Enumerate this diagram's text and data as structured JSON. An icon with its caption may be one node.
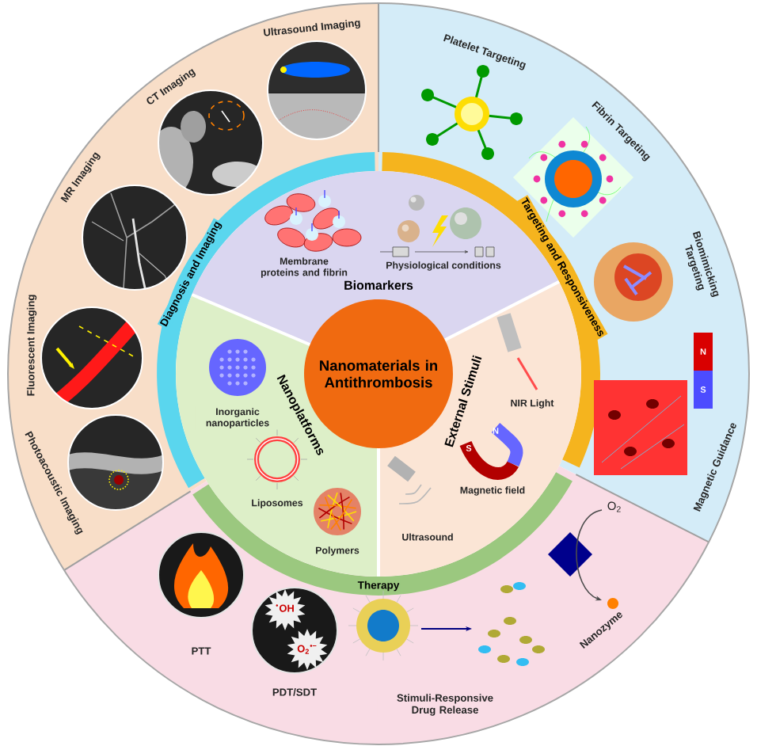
{
  "diagram": {
    "nodes": [
      {
        "text": [
          "Nanomaterials in Antithrombosis"
        ]
      },
      {
        "text": [
          "Biomarkers"
        ]
      },
      {
        "text": [
          "Membrane proteins and fibrin"
        ],
        "in": 1
      },
      {
        "text": [
          "Physiological conditions"
        ],
        "in": 1
      },
      {
        "text": [
          "Nanoplatforms"
        ]
      },
      {
        "text": [
          "Inorganic nanoparticles"
        ],
        "in": 4
      },
      {
        "text": [
          "Liposomes"
        ],
        "in": 4
      },
      {
        "text": [
          "Polymers"
        ],
        "in": 4
      },
      {
        "text": [
          "External Stimuli"
        ]
      },
      {
        "text": [
          "NIR Light"
        ],
        "in": 8
      },
      {
        "text": [
          "Magnetic field"
        ],
        "in": 8
      },
      {
        "text": [
          "Ultrasound"
        ],
        "in": 8
      },
      {
        "text": [
          "Diagnosis and Imaging"
        ]
      },
      {
        "text": [
          "Ultrasound Imaging"
        ],
        "in": 12
      },
      {
        "text": [
          "CT Imaging"
        ],
        "in": 12
      },
      {
        "text": [
          "MR Imaging"
        ],
        "in": 12
      },
      {
        "text": [
          "Fluorescent Imaging"
        ],
        "in": 12
      },
      {
        "text": [
          "Photoacoustic Imaging"
        ],
        "in": 12
      },
      {
        "text": [
          "Targeting and Responsiveness"
        ]
      },
      {
        "text": [
          "Platelet Targeting"
        ],
        "in": 18
      },
      {
        "text": [
          "Fibrin Targeting"
        ],
        "in": 18
      },
      {
        "text": [
          "Biomimicking Targeting"
        ],
        "in": 18
      },
      {
        "text": [
          "Magnetic Guidance"
        ],
        "in": 18
      },
      {
        "text": [
          "Therapy"
        ]
      },
      {
        "text": [
          "PTT"
        ],
        "in": 23
      },
      {
        "text": [
          "PDT/SDT"
        ],
        "in": 23
      },
      {
        "text": [
          "Stimuli-Responsive Drug Release"
        ],
        "in": 23
      },
      {
        "text": [
          "Nanozyme"
        ],
        "in": 23
      }
    ],
    "labels": [
      "N",
      "S",
      "N",
      "S",
      "O$_{2}$",
      "$^{•}$OH",
      "O$_{2}$$^{•−}$"
    ]
  }
}
